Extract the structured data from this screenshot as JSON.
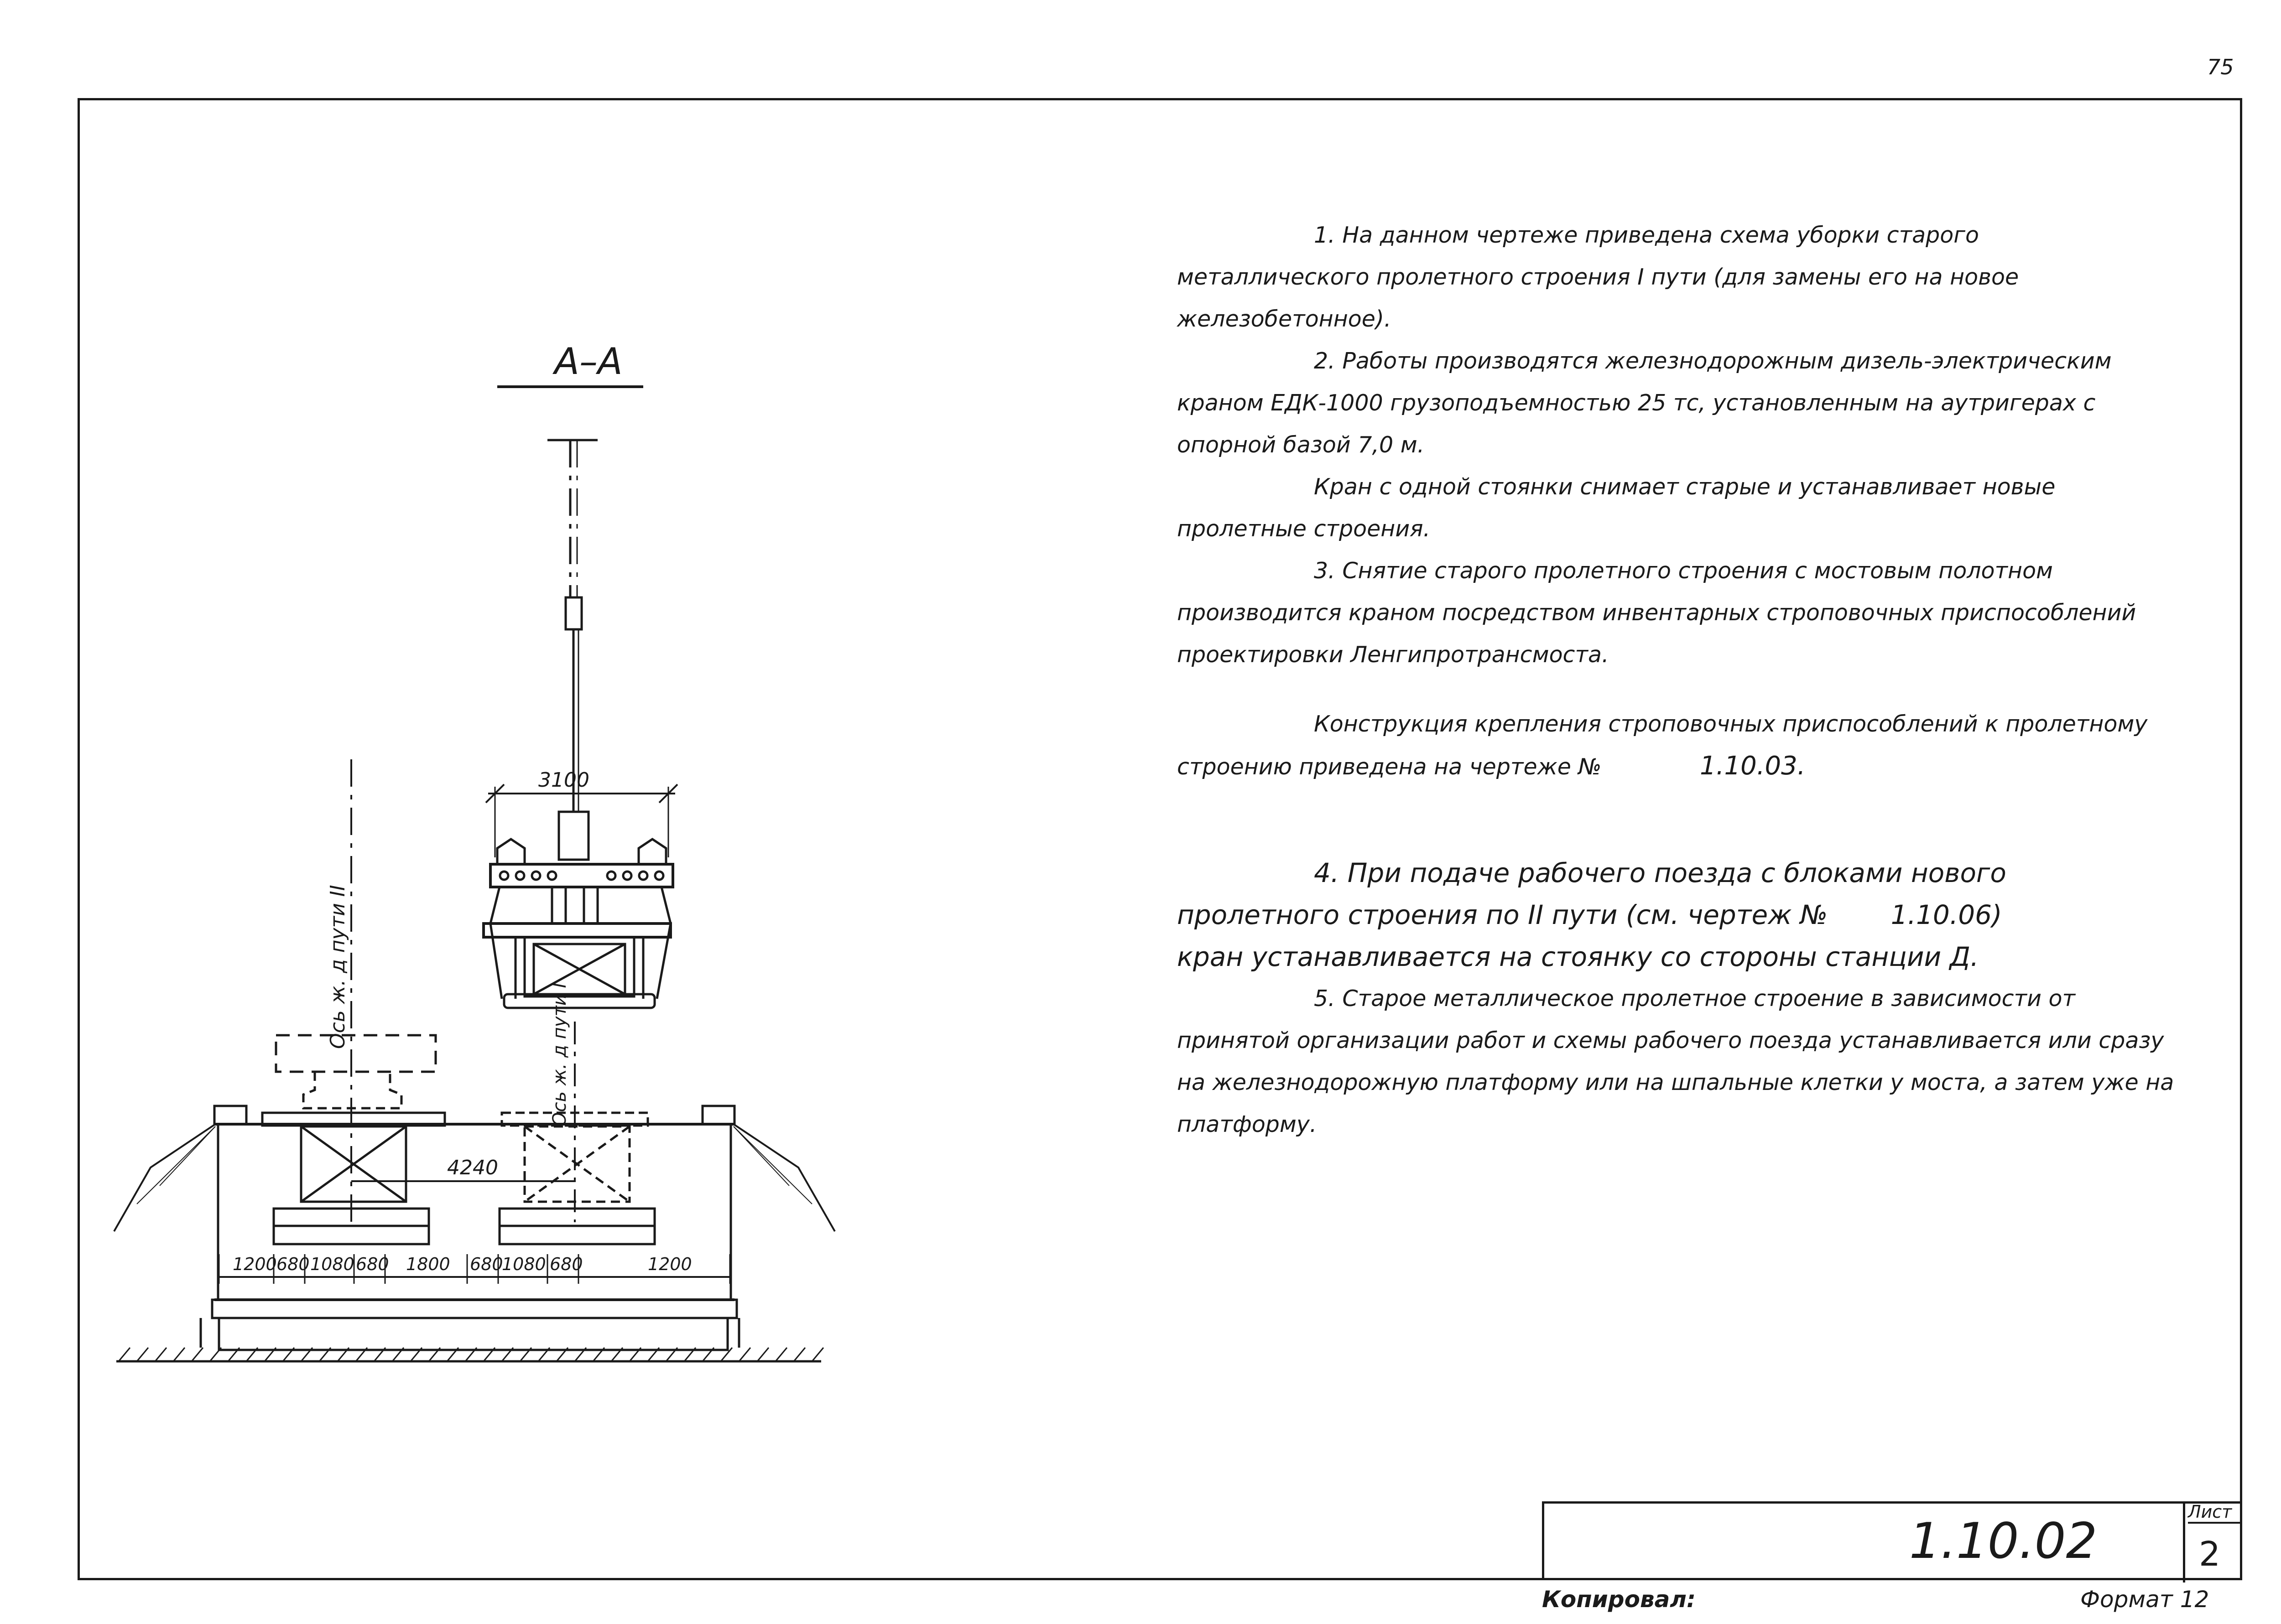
{
  "page_number": "75",
  "section_title": "А–А",
  "axis_labels": {
    "track_2": "Ось ж. д пути II",
    "track_1": "Ось ж. д пути I"
  },
  "dimensions": {
    "spreader_width": "3100",
    "track_spacing": "4240",
    "bottom_row": [
      "1200",
      "680",
      "1080",
      "680",
      "1800",
      "680",
      "1080",
      "680",
      "1200"
    ]
  },
  "notes": {
    "n1": "1. На данном чертеже приведена схема уборки старого металлического пролетного строения I пути (для замены его на новое железобетонное).",
    "n2": "2. Работы производятся железнодорожным дизель-электрическим краном ЕДК-1000 грузоподъемностью 25 тс, установленным на аутригерах с опорной базой 7,0 м.",
    "n2b": "Кран с одной стоянки снимает старые и устанавливает новые пролетные строения.",
    "n3": "3. Снятие старого пролетного строения с мостовым полотном производится краном посредством инвентарных строповочных приспособлений проектировки Ленгипротрансмоста.",
    "n3b_text": "Конструкция крепления строповочных приспособлений к пролетному строению приведена на чертеже №",
    "n3b_ref": "1.10.03.",
    "n4_text": "4. При подаче рабочего поезда с блоками нового пролетного строения по II пути (см. чертеж №",
    "n4_ref": "1.10.06)",
    "n4_end": "кран устанавливается на стоянку со стороны станции Д.",
    "n5": "5. Старое металлическое пролетное строение в зависимости от принятой организации работ и схемы рабочего поезда устанавливается или сразу на железнодорожную платформу или на шпальные клетки у моста, а затем уже на платформу."
  },
  "stamp": {
    "code": "1.10.02",
    "sheet_label": "Лист",
    "sheet_number": "2"
  },
  "footer": {
    "copied": "Копировал:",
    "format": "Формат 12"
  }
}
